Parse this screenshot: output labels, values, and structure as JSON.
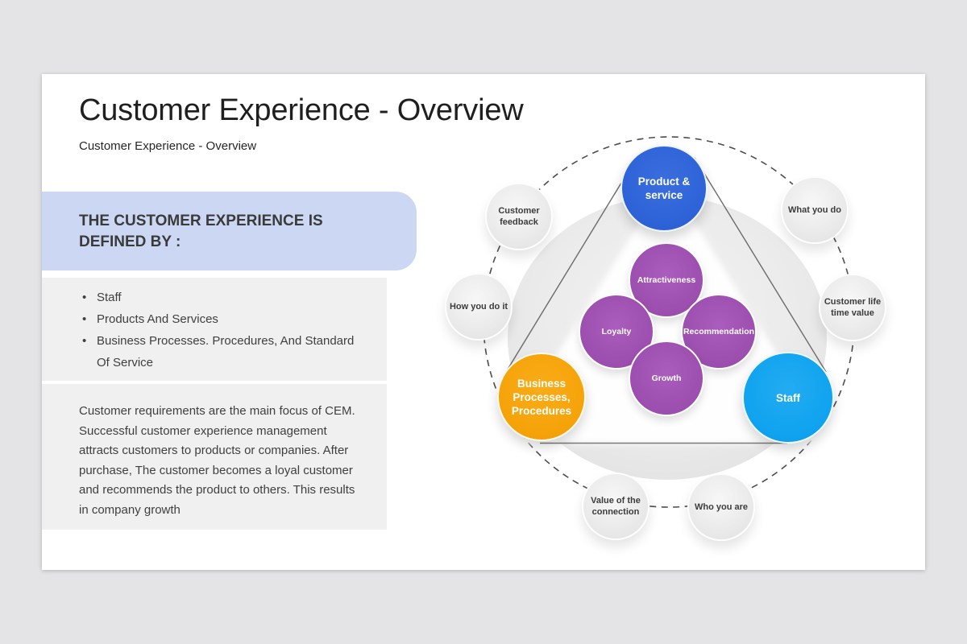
{
  "slide": {
    "title": "Customer Experience - Overview",
    "subtitle": "Customer Experience - Overview",
    "definition_heading": "THE CUSTOMER EXPERIENCE IS DEFINED BY :",
    "bullets": [
      "Staff",
      "Products And Services",
      "Business Processes. Procedures, And Standard Of Service"
    ],
    "paragraph": "Customer requirements are the main focus of CEM. Successful customer experience management attracts customers to products or companies. After purchase, The customer becomes a loyal customer and recommends the product to others. This results in company growth"
  },
  "diagram": {
    "main": {
      "product_service": {
        "label": "Product & service",
        "color": "#2e63d8"
      },
      "business_processes": {
        "label": "Business Processes, Procedures",
        "color": "#f6a30a"
      },
      "staff": {
        "label": "Staff",
        "color": "#10a3ef"
      }
    },
    "inner": {
      "attractiveness": {
        "label": "Attractiveness"
      },
      "loyalty": {
        "label": "Loyalty"
      },
      "recommendation": {
        "label": "Recommendation"
      },
      "growth": {
        "label": "Growth"
      }
    },
    "inner_color": "#9e50b0",
    "satellites": {
      "customer_feedback": {
        "label": "Customer feedback"
      },
      "what_you_do": {
        "label": "What you do"
      },
      "how_you_do_it": {
        "label": "How you do it"
      },
      "customer_life_time_value": {
        "label": "Customer life time value"
      },
      "value_of_the_connection": {
        "label": "Value of the connection"
      },
      "who_you_are": {
        "label": "Who you are"
      }
    }
  },
  "colors": {
    "page_background": "#e4e3e5",
    "card_background": "#ffffff",
    "definition_box": "#ccd8f3",
    "text_panel": "#f1f0f1",
    "satellite_gray": "#ebebeb",
    "dashed_orbit": "#4d4d4d",
    "triangle_outline": "#6b6b6b"
  }
}
